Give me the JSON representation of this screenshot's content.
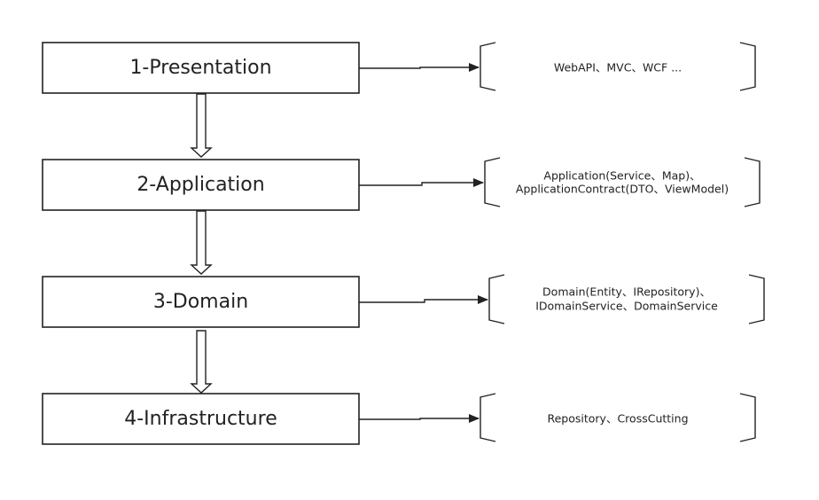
{
  "colors": {
    "stroke": "#222222",
    "text": "#222222",
    "background": "#ffffff"
  },
  "layers": [
    {
      "label": "1-Presentation",
      "note": [
        "WebAPI、MVC、WCF ..."
      ]
    },
    {
      "label": "2-Application",
      "note": [
        "Application(Service、Map)、",
        "ApplicationContract(DTO、ViewModel)"
      ]
    },
    {
      "label": "3-Domain",
      "note": [
        "Domain(Entity、IRepository)、",
        "IDomainService、DomainService"
      ]
    },
    {
      "label": "4-Infrastructure",
      "note": [
        "Repository、CrossCutting"
      ]
    }
  ]
}
